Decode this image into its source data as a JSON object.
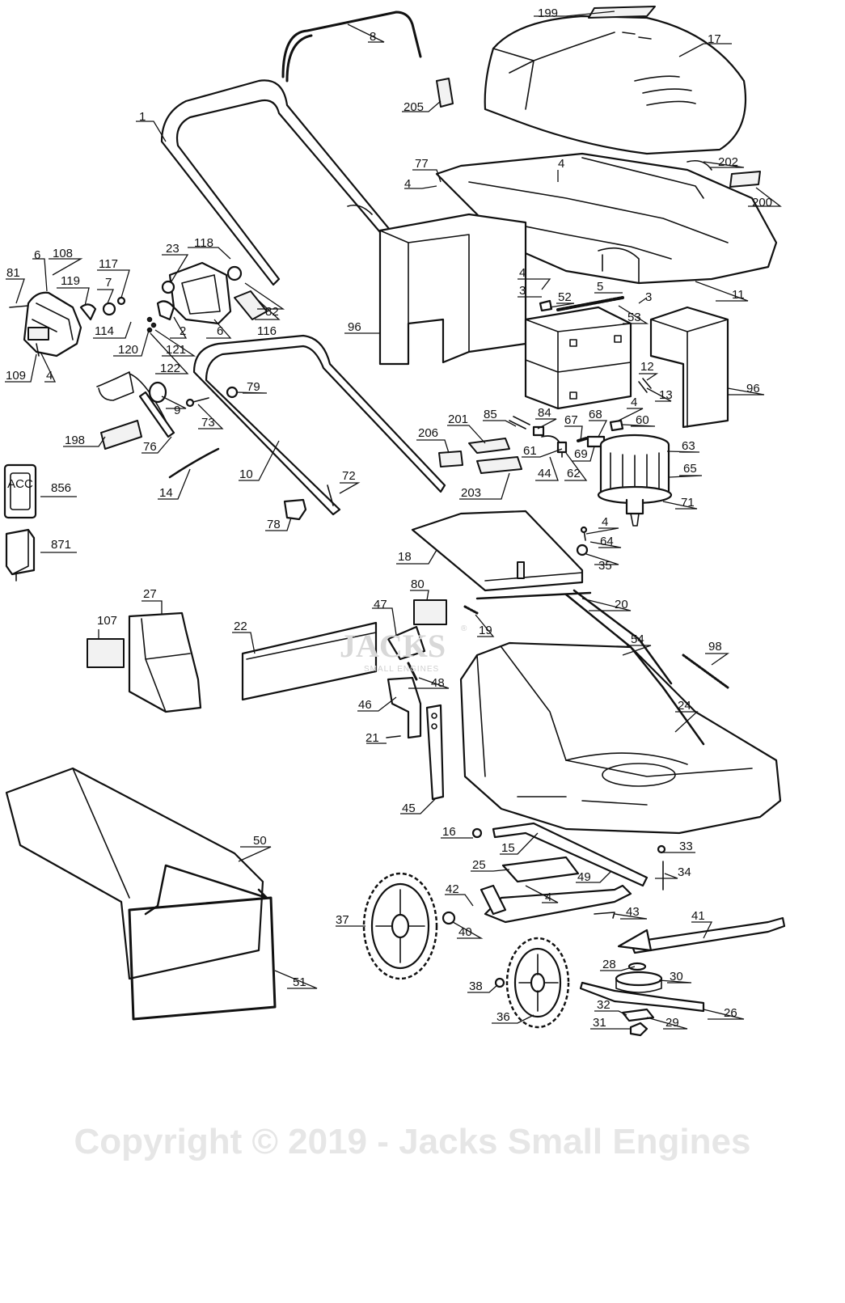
{
  "watermark": "Copyright © 2019 - Jacks Small Engines",
  "logo": {
    "text": "JACKS",
    "mark": "®",
    "subtext": "SMALL ENGINES"
  },
  "side_labels": {
    "acc": "ACC"
  },
  "callouts": {
    "c199": "199",
    "c17": "17",
    "c8": "8",
    "c205": "205",
    "c1": "1",
    "c77": "77",
    "c4a": "4",
    "c4b": "4",
    "c202": "202",
    "c200": "200",
    "c118": "118",
    "c23": "23",
    "c6a": "6",
    "c108": "108",
    "c81": "81",
    "c117": "117",
    "c7": "7",
    "c119": "119",
    "c114": "114",
    "c2": "2",
    "c6b": "6",
    "c82": "82",
    "c116": "116",
    "c120": "120",
    "c121": "121",
    "c122": "122",
    "c109": "109",
    "c4c": "4",
    "c4d": "4",
    "c3a": "3",
    "c5": "5",
    "c3b": "3",
    "c11": "11",
    "c52": "52",
    "c53": "53",
    "c96a": "96",
    "c96b": "96",
    "c12": "12",
    "c13": "13",
    "c79": "79",
    "c9": "9",
    "c73": "73",
    "c198": "198",
    "c76": "76",
    "c4e": "4",
    "c60": "60",
    "c85": "85",
    "c84": "84",
    "c67": "67",
    "c68": "68",
    "c201": "201",
    "c206": "206",
    "c61": "61",
    "c69": "69",
    "c63": "63",
    "c44": "44",
    "c62": "62",
    "c65": "65",
    "c14": "14",
    "c10": "10",
    "c72": "72",
    "c203": "203",
    "c71": "71",
    "c856": "856",
    "c78": "78",
    "c4f": "4",
    "c64": "64",
    "c871": "871",
    "c18": "18",
    "c35": "35",
    "c27": "27",
    "c80": "80",
    "c47": "47",
    "c20": "20",
    "c107": "107",
    "c22": "22",
    "c19": "19",
    "c54": "54",
    "c98": "98",
    "c48": "48",
    "c46": "46",
    "c24": "24",
    "c21": "21",
    "c45": "45",
    "c50": "50",
    "c16": "16",
    "c15": "15",
    "c33": "33",
    "c25": "25",
    "c34": "34",
    "c49": "49",
    "c42": "42",
    "c4g": "4",
    "c37": "37",
    "c43": "43",
    "c41": "41",
    "c40": "40",
    "c28": "28",
    "c30": "30",
    "c51": "51",
    "c38": "38",
    "c26": "26",
    "c32": "32",
    "c29": "29",
    "c36": "36",
    "c31": "31"
  }
}
